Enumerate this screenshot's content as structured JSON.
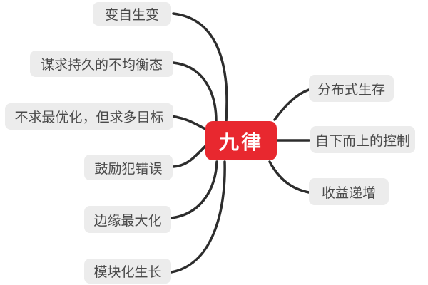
{
  "center_node": {
    "label": "九律"
  },
  "left_branches": [
    {
      "label": "变自生变"
    },
    {
      "label": "谋求持久的不均衡态"
    },
    {
      "label": "不求最优化，但求多目标"
    },
    {
      "label": "鼓励犯错误"
    },
    {
      "label": "边缘最大化"
    },
    {
      "label": "模块化生长"
    }
  ],
  "right_branches": [
    {
      "label": "分布式生存"
    },
    {
      "label": "自下而上的控制"
    },
    {
      "label": "收益递增"
    }
  ],
  "colors": {
    "center_bg": "#e8282f",
    "center_text": "#ffffff",
    "branch_bg": "#ececec",
    "branch_text": "#4a4a4a",
    "connector": "#2d2d2d",
    "background": "#ffffff"
  }
}
